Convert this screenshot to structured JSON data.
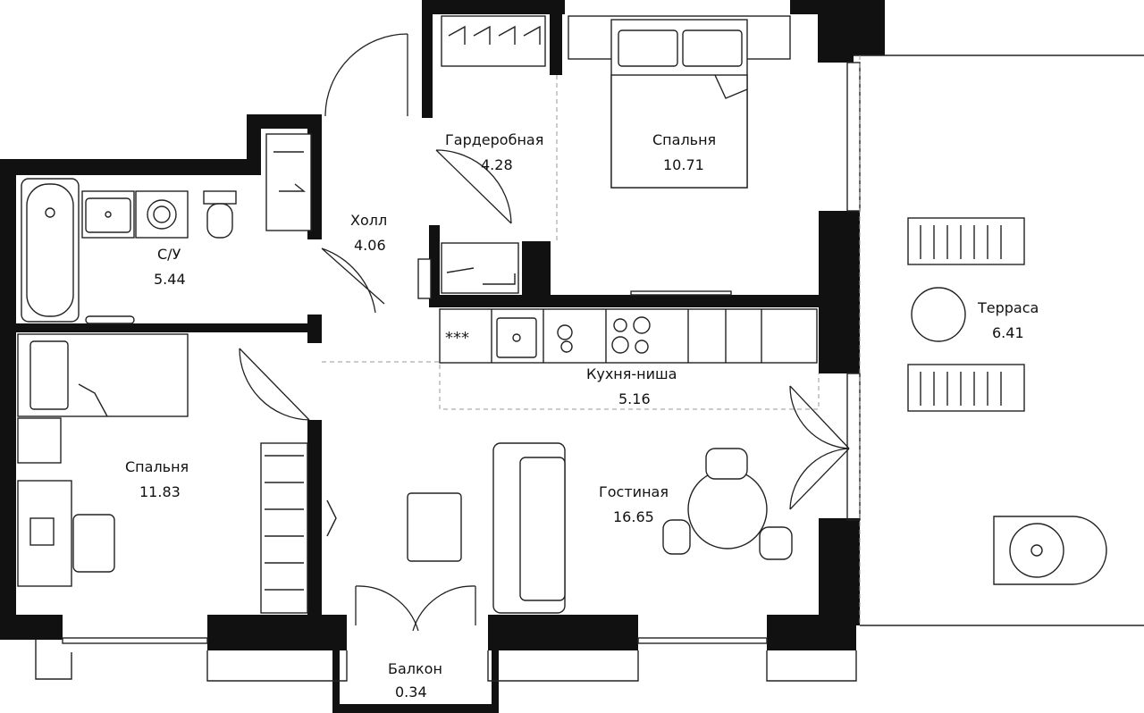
{
  "plan": {
    "rooms": [
      {
        "id": "wardrobe",
        "label": "Гардеробная",
        "area": "4.28"
      },
      {
        "id": "bedroom-top",
        "label": "Спальня",
        "area": "10.71"
      },
      {
        "id": "hall",
        "label": "Холл",
        "area": "4.06"
      },
      {
        "id": "bathroom",
        "label": "С/У",
        "area": "5.44"
      },
      {
        "id": "terrace",
        "label": "Терраса",
        "area": "6.41"
      },
      {
        "id": "kitchen",
        "label": "Кухня-ниша",
        "area": "5.16"
      },
      {
        "id": "bedroom-left",
        "label": "Спальня",
        "area": "11.83"
      },
      {
        "id": "living",
        "label": "Гостиная",
        "area": "16.65"
      },
      {
        "id": "balcony",
        "label": "Балкон",
        "area": "0.34"
      }
    ],
    "icons": {
      "stove": "***"
    }
  }
}
